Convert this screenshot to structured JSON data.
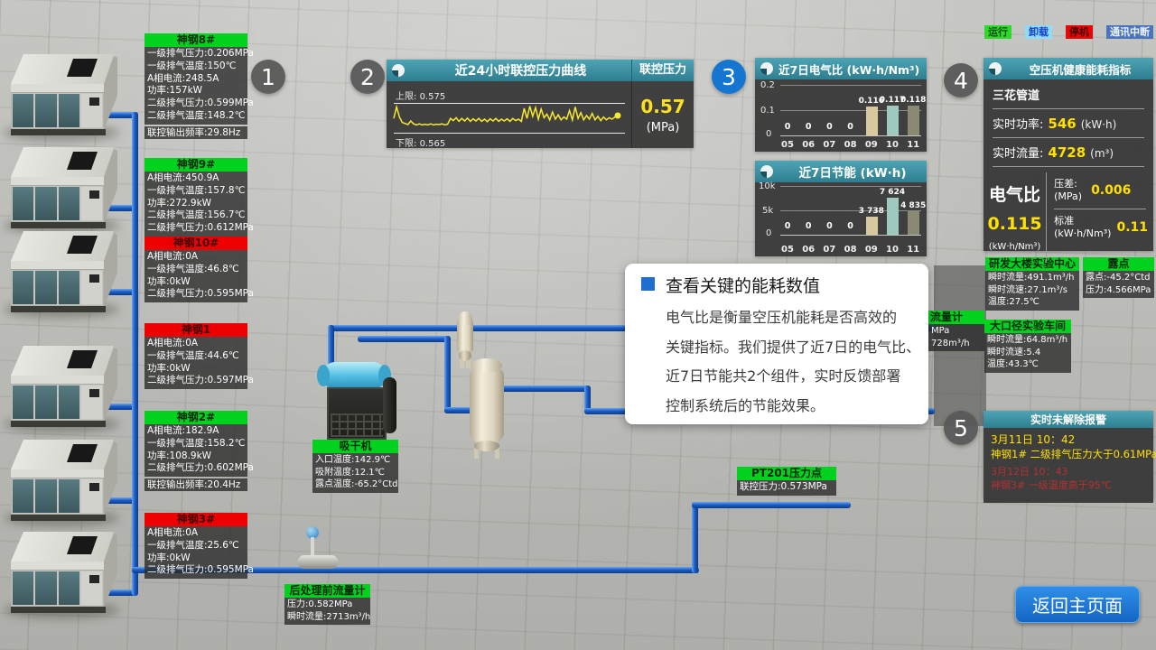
{
  "legend": [
    {
      "label": "运行"
    },
    {
      "label": "卸载"
    },
    {
      "label": "停机"
    },
    {
      "label": "通讯中断"
    }
  ],
  "steps": [
    "1",
    "2",
    "3",
    "4",
    "5"
  ],
  "back_button": "返回主页面",
  "chart_data": [
    {
      "type": "line",
      "title": "近24小时联控压力曲线",
      "right_title": "联控压力",
      "current_value": "0.57",
      "unit": "(MPa)",
      "upper_label": "上限:",
      "upper_value": "0.575",
      "lower_label": "下限:",
      "lower_value": "0.565",
      "ylim": [
        0.565,
        0.575
      ],
      "series": [
        {
          "name": "联控压力",
          "values": [
            0.5712,
            0.5744,
            0.5716,
            0.5701,
            0.5698,
            0.5695,
            0.5705,
            0.5697,
            0.5694,
            0.5697,
            0.5694,
            0.5696,
            0.5694,
            0.5697,
            0.5694,
            0.5696,
            0.5695,
            0.5697,
            0.5694,
            0.5696,
            0.5712,
            0.5706,
            0.5714,
            0.5704,
            0.5712,
            0.5705,
            0.5713,
            0.5704,
            0.5711,
            0.5705,
            0.5712,
            0.5704,
            0.571,
            0.5703,
            0.5711,
            0.5705,
            0.5712,
            0.5704,
            0.571,
            0.5705,
            0.5711,
            0.5704,
            0.5712,
            0.5706,
            0.571,
            0.5704,
            0.574,
            0.5712,
            0.5746,
            0.5718,
            0.5742,
            0.571,
            0.5738,
            0.5714,
            0.5724,
            0.5708,
            0.573,
            0.571,
            0.5722,
            0.5708,
            0.5716,
            0.571,
            0.5734,
            0.5708,
            0.5744,
            0.5712,
            0.5728,
            0.5708,
            0.572,
            0.571,
            0.5726,
            0.5708,
            0.5718,
            0.5706,
            0.5716,
            0.5708,
            0.5714,
            0.571,
            0.5716,
            0.572
          ]
        }
      ]
    },
    {
      "type": "bar",
      "title": "近7日电气比 (kW·h/Nm³)",
      "categories": [
        "05",
        "06",
        "07",
        "08",
        "09",
        "10",
        "11"
      ],
      "values": [
        0,
        0,
        0,
        0,
        0.116,
        0.117,
        0.118
      ],
      "value_labels": [
        "0",
        "0",
        "0",
        "0",
        "0.116",
        "0.117",
        "0.118"
      ],
      "yticks": [
        "0.2",
        "0.1",
        "0"
      ],
      "ylim": [
        0,
        0.2
      ]
    },
    {
      "type": "bar",
      "title": "近7日节能 (kW·h)",
      "categories": [
        "05",
        "06",
        "07",
        "08",
        "09",
        "10",
        "11"
      ],
      "values": [
        0,
        0,
        0,
        0,
        3738,
        7624,
        4835
      ],
      "value_labels": [
        "0",
        "0",
        "0",
        "0",
        "3 738",
        "7 624",
        "4 835"
      ],
      "yticks": [
        "10k",
        "5k",
        "0"
      ],
      "ylim": [
        0,
        10000
      ]
    }
  ],
  "health_panel": {
    "title": "空压机健康能耗指标",
    "pipe_name": "三花管道",
    "power_label": "实时功率:",
    "power_value": "546",
    "power_unit": "(kW·h)",
    "flow_label": "实时流量:",
    "flow_value": "4728",
    "flow_unit": "(m³)",
    "ratio_label": "电气比",
    "ratio_value": "0.115",
    "ratio_unit": "(kW·h/Nm³)",
    "diff_label": "压差:",
    "diff_unit": "(MPa)",
    "diff_value": "0.006",
    "std_label": "标准",
    "std_unit": "(kW·h/Nm³)",
    "std_value": "0.11"
  },
  "compressors": [
    {
      "name": "神钢8#",
      "lines": [
        "一级排气压力:0.206MPa",
        "一级排气温度:150℃",
        "A相电流:248.5A",
        "功率:157kW",
        "二级排气压力:0.599MPa",
        "二级排气温度:148.2℃"
      ],
      "freq_line": "联控输出频率:29.8Hz"
    },
    {
      "name": "神钢9#",
      "lines": [
        "A相电流:450.9A",
        "一级排气温度:157.8℃",
        "功率:272.9kW",
        "二级排气温度:156.7℃",
        "二级排气压力:0.612MPa"
      ]
    },
    {
      "name": "神钢10#",
      "lines": [
        "A相电流:0A",
        "一级排气温度:46.8℃",
        "功率:0kW",
        "二级排气压力:0.595MPa"
      ]
    },
    {
      "name": "神钢1",
      "lines": [
        "A相电流:0A",
        "一级排气温度:44.6℃",
        "功率:0kW",
        "二级排气压力:0.597MPa"
      ]
    },
    {
      "name": "神钢2#",
      "lines": [
        "A相电流:182.9A",
        "一级排气温度:158.2℃",
        "功率:108.9kW",
        "二级排气压力:0.602MPa"
      ],
      "freq_line": "联控输出频率:20.4Hz"
    },
    {
      "name": "神钢3#",
      "lines": [
        "A相电流:0A",
        "一级排气温度:25.6℃",
        "功率:0kW",
        "二级排气压力:0.595MPa"
      ]
    }
  ],
  "sensors": [
    {
      "name": "吸干机",
      "lines": [
        "入口温度:142.9℃",
        "吸附温度:12.1℃",
        "露点温度:-65.2°Ctd"
      ]
    },
    {
      "name": "后处理前流量计",
      "lines": [
        "压力:0.582MPa",
        "瞬时流量:2713m³/h"
      ]
    },
    {
      "name": "PT201压力点",
      "lines": [
        "联控压力:0.573MPa"
      ]
    },
    {
      "name": "研发大楼实验中心",
      "lines": [
        "瞬时流量:491.1m³/h",
        "瞬时流速:27.1m³/s",
        "温度:27.5℃"
      ]
    },
    {
      "name": "露点",
      "lines": [
        "露点:-45.2°Ctd",
        "压力:4.566MPa"
      ]
    },
    {
      "name": "大口径实验车间",
      "lines": [
        "瞬时流量:64.8m³/h",
        "瞬时流速:5.4",
        "温度:43.3℃"
      ]
    },
    {
      "name": "流量计",
      "lines": [
        "MPa",
        "728m³/h"
      ]
    }
  ],
  "alarm": {
    "title": "实时未解除报警",
    "entries": [
      {
        "time": "3月11日 10：42",
        "text": "神钢1# 二级排气压力大于0.61MPa"
      },
      {
        "time": "3月12日 10：43",
        "text": "神钢3# 一级温度高于95℃"
      }
    ]
  },
  "tooltip": {
    "title": "查看关键的能耗数值",
    "lines": [
      "电气比是衡量空压机能耗是否高效的",
      "关键指标。我们提供了近7日的电气比、",
      "近7日节能共2个组件，实时反馈部署",
      "控制系统后的节能效果。"
    ]
  }
}
